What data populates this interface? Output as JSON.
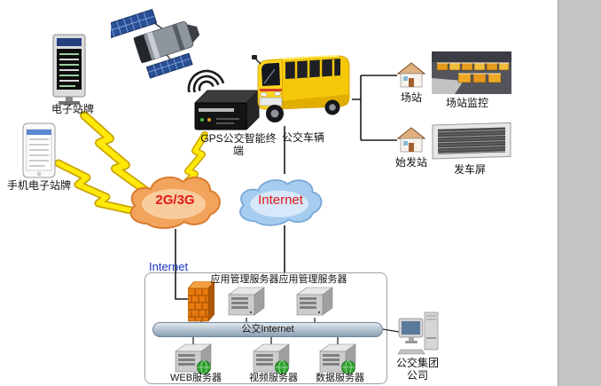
{
  "diagram": {
    "labels": {
      "kiosk": "电子站牌",
      "phone": "手机电子站牌",
      "gps_terminal": "GPS公交智能终端",
      "bus": "公交车辆",
      "station": "场站",
      "station_monitor": "场站监控",
      "origin_station": "始发站",
      "departure_screen": "发车屏",
      "cloud_mobile": "2G/3G",
      "cloud_internet": "Internet",
      "zone_internet": "Internet",
      "app_servers": [
        "应用管理服务器",
        "应用管理服务器"
      ],
      "backbone": "公交Internet",
      "web_server": "WEB服务器",
      "video_server": "视频服务器",
      "data_server": "数据服务器",
      "company": "公交集团公司"
    },
    "icons": [
      "satellite-icon",
      "estop-kiosk-icon",
      "mobile-phone-icon",
      "wifi-signal-icon",
      "gps-terminal-icon",
      "bus-icon",
      "station-house-icon",
      "depot-monitor-photo",
      "origin-station-house-icon",
      "departure-screen-photo",
      "mobile-network-cloud",
      "internet-cloud",
      "lightning-bolt-icon",
      "firewall-icon",
      "server-icon",
      "globe-server-icon",
      "network-backbone-bar",
      "company-workstation-icon"
    ],
    "colors": {
      "mobile_cloud_fill": "#F2A45C",
      "mobile_cloud_edge": "#D97B2E",
      "internet_cloud_fill": "#A6CCEF",
      "internet_cloud_edge": "#79A8D8",
      "cloud_text_red": "#E01818",
      "zone_internet_blue": "#1A35C8",
      "lightning_yellow": "#FFE90A",
      "bus_yellow": "#F6C80A",
      "firewall_orange": "#E87A10",
      "line_black": "#1A1A1A"
    }
  }
}
